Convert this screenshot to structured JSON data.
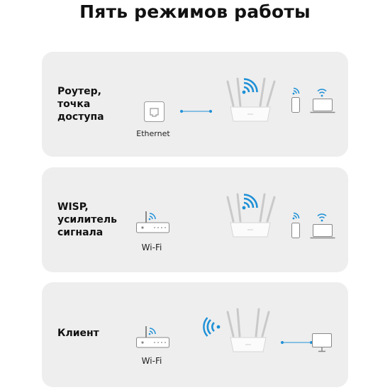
{
  "title": "Пять режимов работы",
  "modes": [
    {
      "label": "Роутер,\nточка\nдоступа",
      "source_caption": "Ethernet"
    },
    {
      "label": "WISP,\nусилитель\nсигнала",
      "source_caption": "Wi-Fi"
    },
    {
      "label": "Клиент",
      "source_caption": "Wi-Fi"
    }
  ],
  "colors": {
    "accent": "#1e90d6",
    "card": "#eeeeee",
    "device": "#888888"
  }
}
